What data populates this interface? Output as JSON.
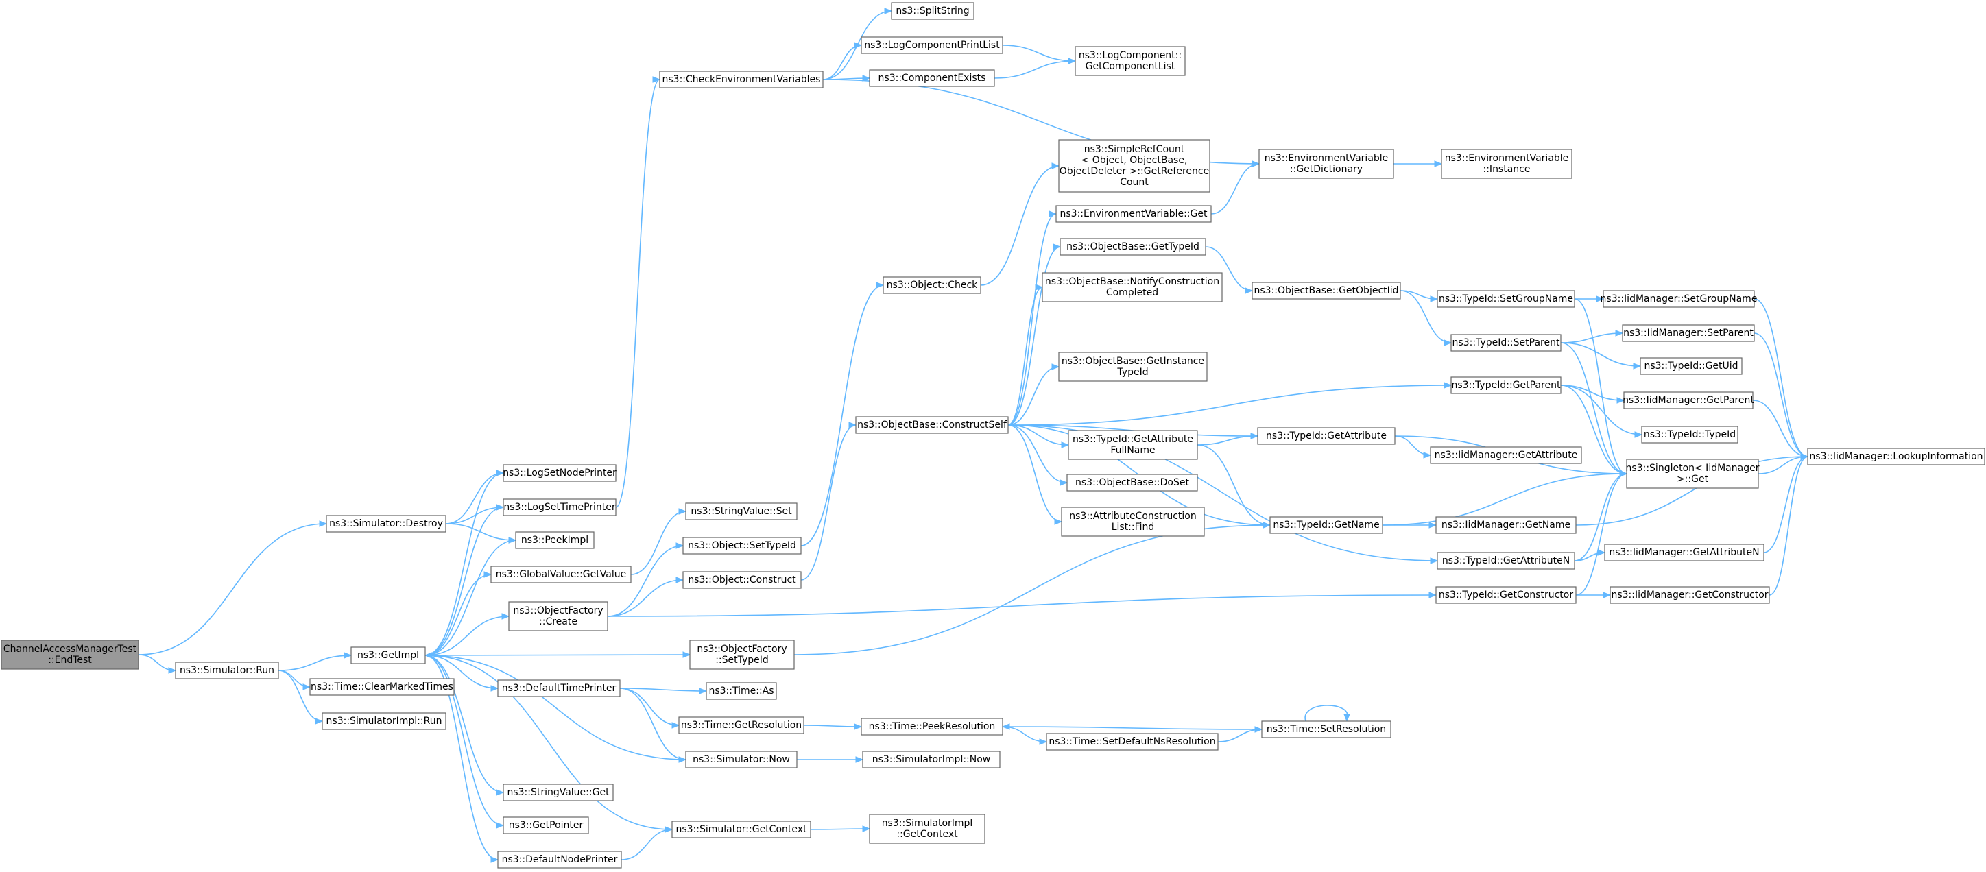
{
  "diagram": {
    "colors": {
      "edge": "#63b8ff",
      "node_border": "#666666",
      "root_fill": "#999999",
      "node_fill": "#ffffff"
    },
    "nodes": [
      {
        "id": "root",
        "lines": [
          "ChannelAccessManagerTest",
          "::EndTest"
        ],
        "root": true
      },
      {
        "id": "simDestroy",
        "lines": [
          "ns3::Simulator::Destroy"
        ]
      },
      {
        "id": "simRun",
        "lines": [
          "ns3::Simulator::Run"
        ]
      },
      {
        "id": "getImpl",
        "lines": [
          "ns3::GetImpl"
        ]
      },
      {
        "id": "timeClear",
        "lines": [
          "ns3::Time::ClearMarkedTimes"
        ]
      },
      {
        "id": "simImplRun",
        "lines": [
          "ns3::SimulatorImpl::Run"
        ]
      },
      {
        "id": "logNode",
        "lines": [
          "ns3::LogSetNodePrinter"
        ]
      },
      {
        "id": "logTime",
        "lines": [
          "ns3::LogSetTimePrinter"
        ]
      },
      {
        "id": "peekImpl",
        "lines": [
          "ns3::PeekImpl"
        ]
      },
      {
        "id": "gvGet",
        "lines": [
          "ns3::GlobalValue::GetValue"
        ]
      },
      {
        "id": "ofCreate",
        "lines": [
          "ns3::ObjectFactory",
          "::Create"
        ]
      },
      {
        "id": "defTime",
        "lines": [
          "ns3::DefaultTimePrinter"
        ]
      },
      {
        "id": "svGet",
        "lines": [
          "ns3::StringValue::Get"
        ]
      },
      {
        "id": "getPtr",
        "lines": [
          "ns3::GetPointer"
        ]
      },
      {
        "id": "defNode",
        "lines": [
          "ns3::DefaultNodePrinter"
        ]
      },
      {
        "id": "checkEnv",
        "lines": [
          "ns3::CheckEnvironmentVariables"
        ]
      },
      {
        "id": "svSet",
        "lines": [
          "ns3::StringValue::Set"
        ]
      },
      {
        "id": "objSetTid",
        "lines": [
          "ns3::Object::SetTypeId"
        ]
      },
      {
        "id": "objConstruct",
        "lines": [
          "ns3::Object::Construct"
        ]
      },
      {
        "id": "ofSetTid",
        "lines": [
          "ns3::ObjectFactory",
          "::SetTypeId"
        ]
      },
      {
        "id": "timeAs",
        "lines": [
          "ns3::Time::As"
        ]
      },
      {
        "id": "timeGetRes",
        "lines": [
          "ns3::Time::GetResolution"
        ]
      },
      {
        "id": "simNow",
        "lines": [
          "ns3::Simulator::Now"
        ]
      },
      {
        "id": "simGetCtx",
        "lines": [
          "ns3::Simulator::GetContext"
        ]
      },
      {
        "id": "splitStr",
        "lines": [
          "ns3::SplitString"
        ]
      },
      {
        "id": "logCompPrint",
        "lines": [
          "ns3::LogComponentPrintList"
        ]
      },
      {
        "id": "compExists",
        "lines": [
          "ns3::ComponentExists"
        ]
      },
      {
        "id": "logCompList",
        "lines": [
          "ns3::LogComponent::",
          "GetComponentList"
        ]
      },
      {
        "id": "objCheck",
        "lines": [
          "ns3::Object::Check"
        ]
      },
      {
        "id": "obConstructSelf",
        "lines": [
          "ns3::ObjectBase::ConstructSelf"
        ]
      },
      {
        "id": "timePeekRes",
        "lines": [
          "ns3::Time::PeekResolution"
        ]
      },
      {
        "id": "simImplNow",
        "lines": [
          "ns3::SimulatorImpl::Now"
        ]
      },
      {
        "id": "simImplGetCtx",
        "lines": [
          "ns3::SimulatorImpl",
          "::GetContext"
        ]
      },
      {
        "id": "refCount",
        "lines": [
          "ns3::SimpleRefCount",
          "< Object, ObjectBase,",
          "ObjectDeleter >::GetReference",
          "Count"
        ]
      },
      {
        "id": "envGet",
        "lines": [
          "ns3::EnvironmentVariable::Get"
        ]
      },
      {
        "id": "obGetTid",
        "lines": [
          "ns3::ObjectBase::GetTypeId"
        ]
      },
      {
        "id": "obNotify",
        "lines": [
          "ns3::ObjectBase::NotifyConstruction",
          "Completed"
        ]
      },
      {
        "id": "obGetInst",
        "lines": [
          "ns3::ObjectBase::GetInstance",
          "TypeId"
        ]
      },
      {
        "id": "tidGetAttrFull",
        "lines": [
          "ns3::TypeId::GetAttribute",
          "FullName"
        ]
      },
      {
        "id": "obDoSet",
        "lines": [
          "ns3::ObjectBase::DoSet"
        ]
      },
      {
        "id": "acFind",
        "lines": [
          "ns3::AttributeConstruction",
          "List::Find"
        ]
      },
      {
        "id": "timeSetDefNs",
        "lines": [
          "ns3::Time::SetDefaultNsResolution"
        ]
      },
      {
        "id": "envGetDict",
        "lines": [
          "ns3::EnvironmentVariable",
          "::GetDictionary"
        ]
      },
      {
        "id": "obGetOid",
        "lines": [
          "ns3::ObjectBase::GetObjectIid"
        ]
      },
      {
        "id": "tidGetAttr",
        "lines": [
          "ns3::TypeId::GetAttribute"
        ]
      },
      {
        "id": "tidGetName",
        "lines": [
          "ns3::TypeId::GetName"
        ]
      },
      {
        "id": "timeSetRes",
        "lines": [
          "ns3::Time::SetResolution"
        ]
      },
      {
        "id": "envInst",
        "lines": [
          "ns3::EnvironmentVariable",
          "::Instance"
        ]
      },
      {
        "id": "tidSetGroup",
        "lines": [
          "ns3::TypeId::SetGroupName"
        ]
      },
      {
        "id": "tidSetParent",
        "lines": [
          "ns3::TypeId::SetParent"
        ]
      },
      {
        "id": "tidGetParent",
        "lines": [
          "ns3::TypeId::GetParent"
        ]
      },
      {
        "id": "iidGetAttr",
        "lines": [
          "ns3::IidManager::GetAttribute"
        ]
      },
      {
        "id": "iidGetName",
        "lines": [
          "ns3::IidManager::GetName"
        ]
      },
      {
        "id": "tidGetAttrN",
        "lines": [
          "ns3::TypeId::GetAttributeN"
        ]
      },
      {
        "id": "tidGetCtor",
        "lines": [
          "ns3::TypeId::GetConstructor"
        ]
      },
      {
        "id": "iidSetGroup",
        "lines": [
          "ns3::IidManager::SetGroupName"
        ]
      },
      {
        "id": "iidSetParent",
        "lines": [
          "ns3::IidManager::SetParent"
        ]
      },
      {
        "id": "tidGetUid",
        "lines": [
          "ns3::TypeId::GetUid"
        ]
      },
      {
        "id": "iidGetParent",
        "lines": [
          "ns3::IidManager::GetParent"
        ]
      },
      {
        "id": "tidTypeId",
        "lines": [
          "ns3::TypeId::TypeId"
        ]
      },
      {
        "id": "singleton",
        "lines": [
          "ns3::Singleton< IidManager",
          ">::Get"
        ]
      },
      {
        "id": "iidGetAttrN",
        "lines": [
          "ns3::IidManager::GetAttributeN"
        ]
      },
      {
        "id": "iidGetCtor",
        "lines": [
          "ns3::IidManager::GetConstructor"
        ]
      },
      {
        "id": "iidLookup",
        "lines": [
          "ns3::IidManager::LookupInformation"
        ]
      }
    ],
    "edges": [
      [
        "root",
        "simDestroy"
      ],
      [
        "root",
        "simRun"
      ],
      [
        "simDestroy",
        "logNode"
      ],
      [
        "simDestroy",
        "logTime"
      ],
      [
        "simDestroy",
        "peekImpl"
      ],
      [
        "simRun",
        "getImpl"
      ],
      [
        "simRun",
        "timeClear"
      ],
      [
        "simRun",
        "simImplRun"
      ],
      [
        "getImpl",
        "logNode"
      ],
      [
        "getImpl",
        "logTime"
      ],
      [
        "getImpl",
        "peekImpl"
      ],
      [
        "getImpl",
        "gvGet"
      ],
      [
        "getImpl",
        "ofCreate"
      ],
      [
        "getImpl",
        "ofSetTid"
      ],
      [
        "getImpl",
        "defTime"
      ],
      [
        "getImpl",
        "svGet"
      ],
      [
        "getImpl",
        "getPtr"
      ],
      [
        "getImpl",
        "defNode"
      ],
      [
        "logTime",
        "checkEnv"
      ],
      [
        "gvGet",
        "svSet"
      ],
      [
        "ofCreate",
        "objSetTid"
      ],
      [
        "ofCreate",
        "objConstruct"
      ],
      [
        "ofCreate",
        "tidGetCtor"
      ],
      [
        "defTime",
        "timeAs"
      ],
      [
        "defTime",
        "timeGetRes"
      ],
      [
        "defTime",
        "simNow"
      ],
      [
        "defNode",
        "simGetCtx"
      ],
      [
        "simNow",
        "getImpl"
      ],
      [
        "simNow",
        "simImplNow"
      ],
      [
        "simGetCtx",
        "getImpl"
      ],
      [
        "simGetCtx",
        "simImplGetCtx"
      ],
      [
        "checkEnv",
        "splitStr"
      ],
      [
        "checkEnv",
        "logCompPrint"
      ],
      [
        "checkEnv",
        "compExists"
      ],
      [
        "checkEnv",
        "envGetDict"
      ],
      [
        "logCompPrint",
        "logCompList"
      ],
      [
        "compExists",
        "logCompList"
      ],
      [
        "objSetTid",
        "objCheck"
      ],
      [
        "objConstruct",
        "obConstructSelf"
      ],
      [
        "ofSetTid",
        "tidGetName"
      ],
      [
        "timeGetRes",
        "timePeekRes"
      ],
      [
        "objCheck",
        "refCount"
      ],
      [
        "obConstructSelf",
        "envGet"
      ],
      [
        "obConstructSelf",
        "obGetTid"
      ],
      [
        "obConstructSelf",
        "obNotify"
      ],
      [
        "obConstructSelf",
        "obGetInst"
      ],
      [
        "obConstructSelf",
        "tidGetAttrFull"
      ],
      [
        "obConstructSelf",
        "obDoSet"
      ],
      [
        "obConstructSelf",
        "acFind"
      ],
      [
        "obConstructSelf",
        "tidGetAttr"
      ],
      [
        "obConstructSelf",
        "tidGetName"
      ],
      [
        "obConstructSelf",
        "tidGetAttrN"
      ],
      [
        "obConstructSelf",
        "tidGetParent"
      ],
      [
        "timePeekRes",
        "timeSetDefNs"
      ],
      [
        "timeSetDefNs",
        "timeSetRes"
      ],
      [
        "timeSetRes",
        "timePeekRes"
      ],
      [
        "timeSetRes",
        "timeSetRes"
      ],
      [
        "envGet",
        "envGetDict"
      ],
      [
        "obGetTid",
        "obGetOid"
      ],
      [
        "tidGetAttrFull",
        "tidGetAttr"
      ],
      [
        "tidGetAttrFull",
        "tidGetName"
      ],
      [
        "envGetDict",
        "envInst"
      ],
      [
        "obGetOid",
        "tidSetGroup"
      ],
      [
        "obGetOid",
        "tidSetParent"
      ],
      [
        "tidGetAttr",
        "iidGetAttr"
      ],
      [
        "tidGetAttr",
        "singleton"
      ],
      [
        "tidGetName",
        "iidGetName"
      ],
      [
        "tidGetName",
        "singleton"
      ],
      [
        "tidSetGroup",
        "iidSetGroup"
      ],
      [
        "tidSetGroup",
        "singleton"
      ],
      [
        "tidSetParent",
        "iidSetParent"
      ],
      [
        "tidSetParent",
        "tidGetUid"
      ],
      [
        "tidSetParent",
        "singleton"
      ],
      [
        "tidGetParent",
        "iidGetParent"
      ],
      [
        "tidGetParent",
        "tidTypeId"
      ],
      [
        "tidGetParent",
        "singleton"
      ],
      [
        "tidGetAttrN",
        "iidGetAttrN"
      ],
      [
        "tidGetAttrN",
        "singleton"
      ],
      [
        "tidGetCtor",
        "iidGetCtor"
      ],
      [
        "tidGetCtor",
        "singleton"
      ],
      [
        "iidGetName",
        "iidLookup"
      ],
      [
        "iidSetGroup",
        "iidLookup"
      ],
      [
        "iidSetParent",
        "iidLookup"
      ],
      [
        "iidGetParent",
        "iidLookup"
      ],
      [
        "iidGetAttrN",
        "iidLookup"
      ],
      [
        "iidGetCtor",
        "iidLookup"
      ],
      [
        "singleton",
        "iidLookup"
      ]
    ]
  }
}
